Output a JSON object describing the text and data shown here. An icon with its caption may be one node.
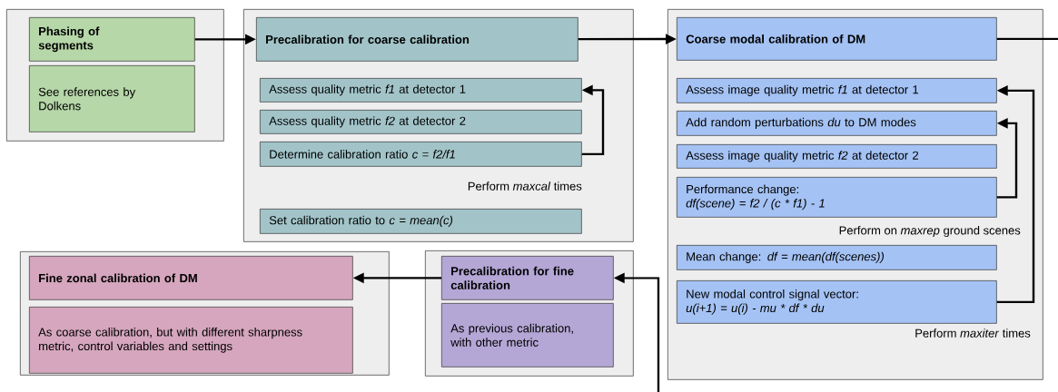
{
  "diagram": {
    "nodes": [
      {
        "text": [],
        "shape": "box"
      },
      {
        "text": [
          "Phasing of segments"
        ],
        "in": 0
      },
      {
        "text": [
          "See references by Dolkens"
        ],
        "in": 0
      },
      {
        "text": [],
        "shape": "box"
      },
      {
        "text": [
          "Precalibration for coarse calibration"
        ],
        "in": 3
      },
      {
        "text": [
          "Assess quality metric *f1* at detector 1"
        ],
        "in": 3
      },
      {
        "text": [
          "Assess quality metric *f2* at detector 2"
        ],
        "in": 3
      },
      {
        "text": [
          "Determine calibration ratio *c = f2/f1*"
        ],
        "in": 3
      },
      {
        "text": [
          "Set calibration ratio to *c = mean(c)*"
        ],
        "in": 3
      },
      {
        "text": [],
        "shape": "box"
      },
      {
        "text": [
          "Coarse modal calibration of DM"
        ],
        "in": 9
      },
      {
        "text": [
          "Assess image quality metric *f1* at detector 1"
        ],
        "in": 9
      },
      {
        "text": [
          "Add random perturbations *du* to DM modes"
        ],
        "in": 9
      },
      {
        "text": [
          "Assess image quality metric *f2* at detector 2"
        ],
        "in": 9
      },
      {
        "text": [
          "Performance change:",
          "df(scene) = f2 / (c * f1) - 1"
        ],
        "in": 9
      },
      {
        "text": [
          "Mean change: *df = mean(df(scenes))*"
        ],
        "in": 9
      },
      {
        "text": [
          "New modal control signal vector:",
          "u(i+1) = u(i) - mu * df * du"
        ],
        "in": 9
      },
      {
        "text": [],
        "shape": "box"
      },
      {
        "text": [
          "Fine zonal calibration of DM"
        ],
        "in": 17
      },
      {
        "text": [
          "As coarse calibration, but with different sharpness metric, control variables and settings"
        ],
        "in": 17
      },
      {
        "text": [],
        "shape": "box"
      },
      {
        "text": [
          "Precalibration for fine calibration"
        ],
        "in": 20
      },
      {
        "text": [
          "As previous calibration, with other metric"
        ],
        "in": 20
      }
    ],
    "edges": [
      {
        "from": 1,
        "to": 4,
        "arrow": "to"
      },
      {
        "from": 4,
        "to": 10,
        "arrow": "to"
      },
      {
        "from": 10,
        "to": null,
        "arrow": "none"
      },
      {
        "from": null,
        "to": 21,
        "arrow": "to"
      },
      {
        "from": 21,
        "to": 18,
        "arrow": "to"
      },
      {
        "from": 7,
        "to": 5,
        "arrow": "to"
      },
      {
        "from": 14,
        "to": 12,
        "arrow": "to"
      },
      {
        "from": 16,
        "to": 11,
        "arrow": "to"
      }
    ],
    "labels": [
      "Perform *maxcal* times",
      "Perform on *maxrep* ground scenes",
      "Perform *maxiter* times"
    ]
  }
}
